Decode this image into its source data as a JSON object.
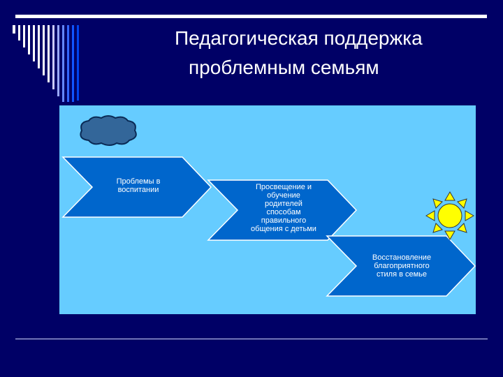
{
  "slide": {
    "title_line1": "Педагогическая поддержка",
    "title_line2": "проблемным семьям"
  },
  "diagram": {
    "steps": [
      {
        "label": "Проблемы в\nвоспитании"
      },
      {
        "label": "Просвещение и\nобучение\nродителей\nспособам\nправильного\nобщения с детьми"
      },
      {
        "label": "Восстановление\nблагоприятного\nстиля в семье"
      }
    ],
    "icons": {
      "cloud": "cloud-icon",
      "sun": "sun-icon"
    }
  },
  "colors": {
    "background": "#000066",
    "panel": "#66ccff",
    "arrow": "#0066cc",
    "sun": "#ffff00",
    "cloud": "#336699"
  }
}
